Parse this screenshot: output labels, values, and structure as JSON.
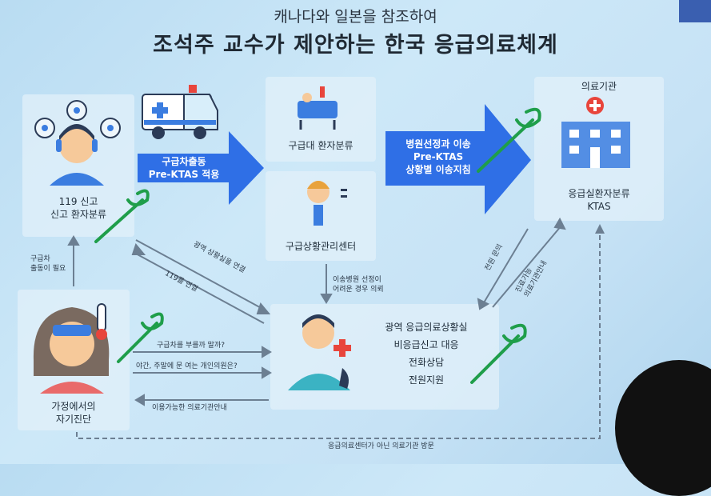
{
  "title": {
    "sub": "캐나다와 일본을 참조하여",
    "main": "조석주 교수가 제안하는 한국 응급의료체계"
  },
  "nodes": {
    "report": {
      "line1": "119 신고",
      "line2": "신고 환자분류"
    },
    "ambulance_triage": "구급대 환자분류",
    "control_center": "구급상황관리센터",
    "hospital": {
      "header": "의료기관",
      "line1": "응급실환자분류",
      "line2": "KTAS"
    },
    "self_diag": {
      "line1": "가정에서의",
      "line2": "자기진단"
    },
    "regional_center": {
      "line1": "광역 응급의료상황실",
      "line2": "비응급신고 대응",
      "line3": "전화상담",
      "line4": "전원지원"
    }
  },
  "arrows": {
    "dispatch": {
      "line1": "구급차출동",
      "line2": "Pre-KTAS 적용"
    },
    "transport": {
      "line1": "병원선정과 이송",
      "line2": "Pre-KTAS",
      "line3": "상황별 이송지침"
    }
  },
  "edge_labels": {
    "need_ambulance": {
      "line1": "구급차",
      "line2": "출동이 필요"
    },
    "transfer_to_center": "광역 상황실을 연결",
    "call_119": "119를 연결",
    "if_hard": {
      "line1": "이송병원 선정이",
      "line2": "어려운 경우 의뢰"
    },
    "transfer_hospital": "전원 문의",
    "guide": {
      "line1": "진료가능",
      "line2": "의료기관안내"
    },
    "should_call": "구급차를 부를까 말까?",
    "night_holiday": "야간, 주말에 문 여는 개인의원은?",
    "available_info": "이용가능한 의료기관안내",
    "visit_non_emergency": "응급의료센터가 아닌 의료기관 방문"
  },
  "colors": {
    "arrow_blue": "#2f6fe6",
    "red_cross": "#e8453c",
    "stamp_green": "#1f9e4a"
  }
}
